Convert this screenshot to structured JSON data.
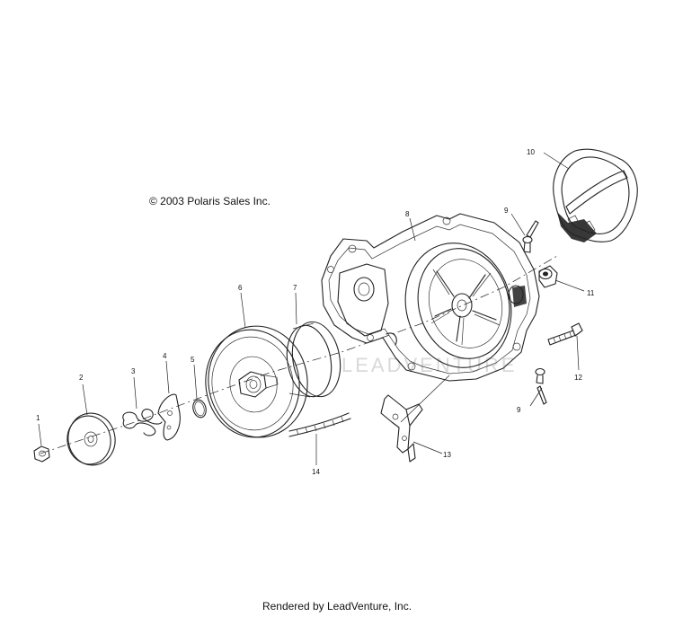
{
  "copyright": "© 2003 Polaris Sales Inc.",
  "footer": "Rendered by LeadVenture, Inc.",
  "watermark": "LEADVENTURE",
  "callouts": {
    "c1": "1",
    "c2": "2",
    "c3": "3",
    "c4": "4",
    "c5": "5",
    "c6": "6",
    "c7": "7",
    "c8": "8",
    "c9a": "9",
    "c9b": "9",
    "c10": "10",
    "c11": "11",
    "c12": "12",
    "c13": "13",
    "c14": "14"
  },
  "colors": {
    "line": "#222222",
    "background": "#ffffff",
    "watermark": "#d9d9d9"
  }
}
